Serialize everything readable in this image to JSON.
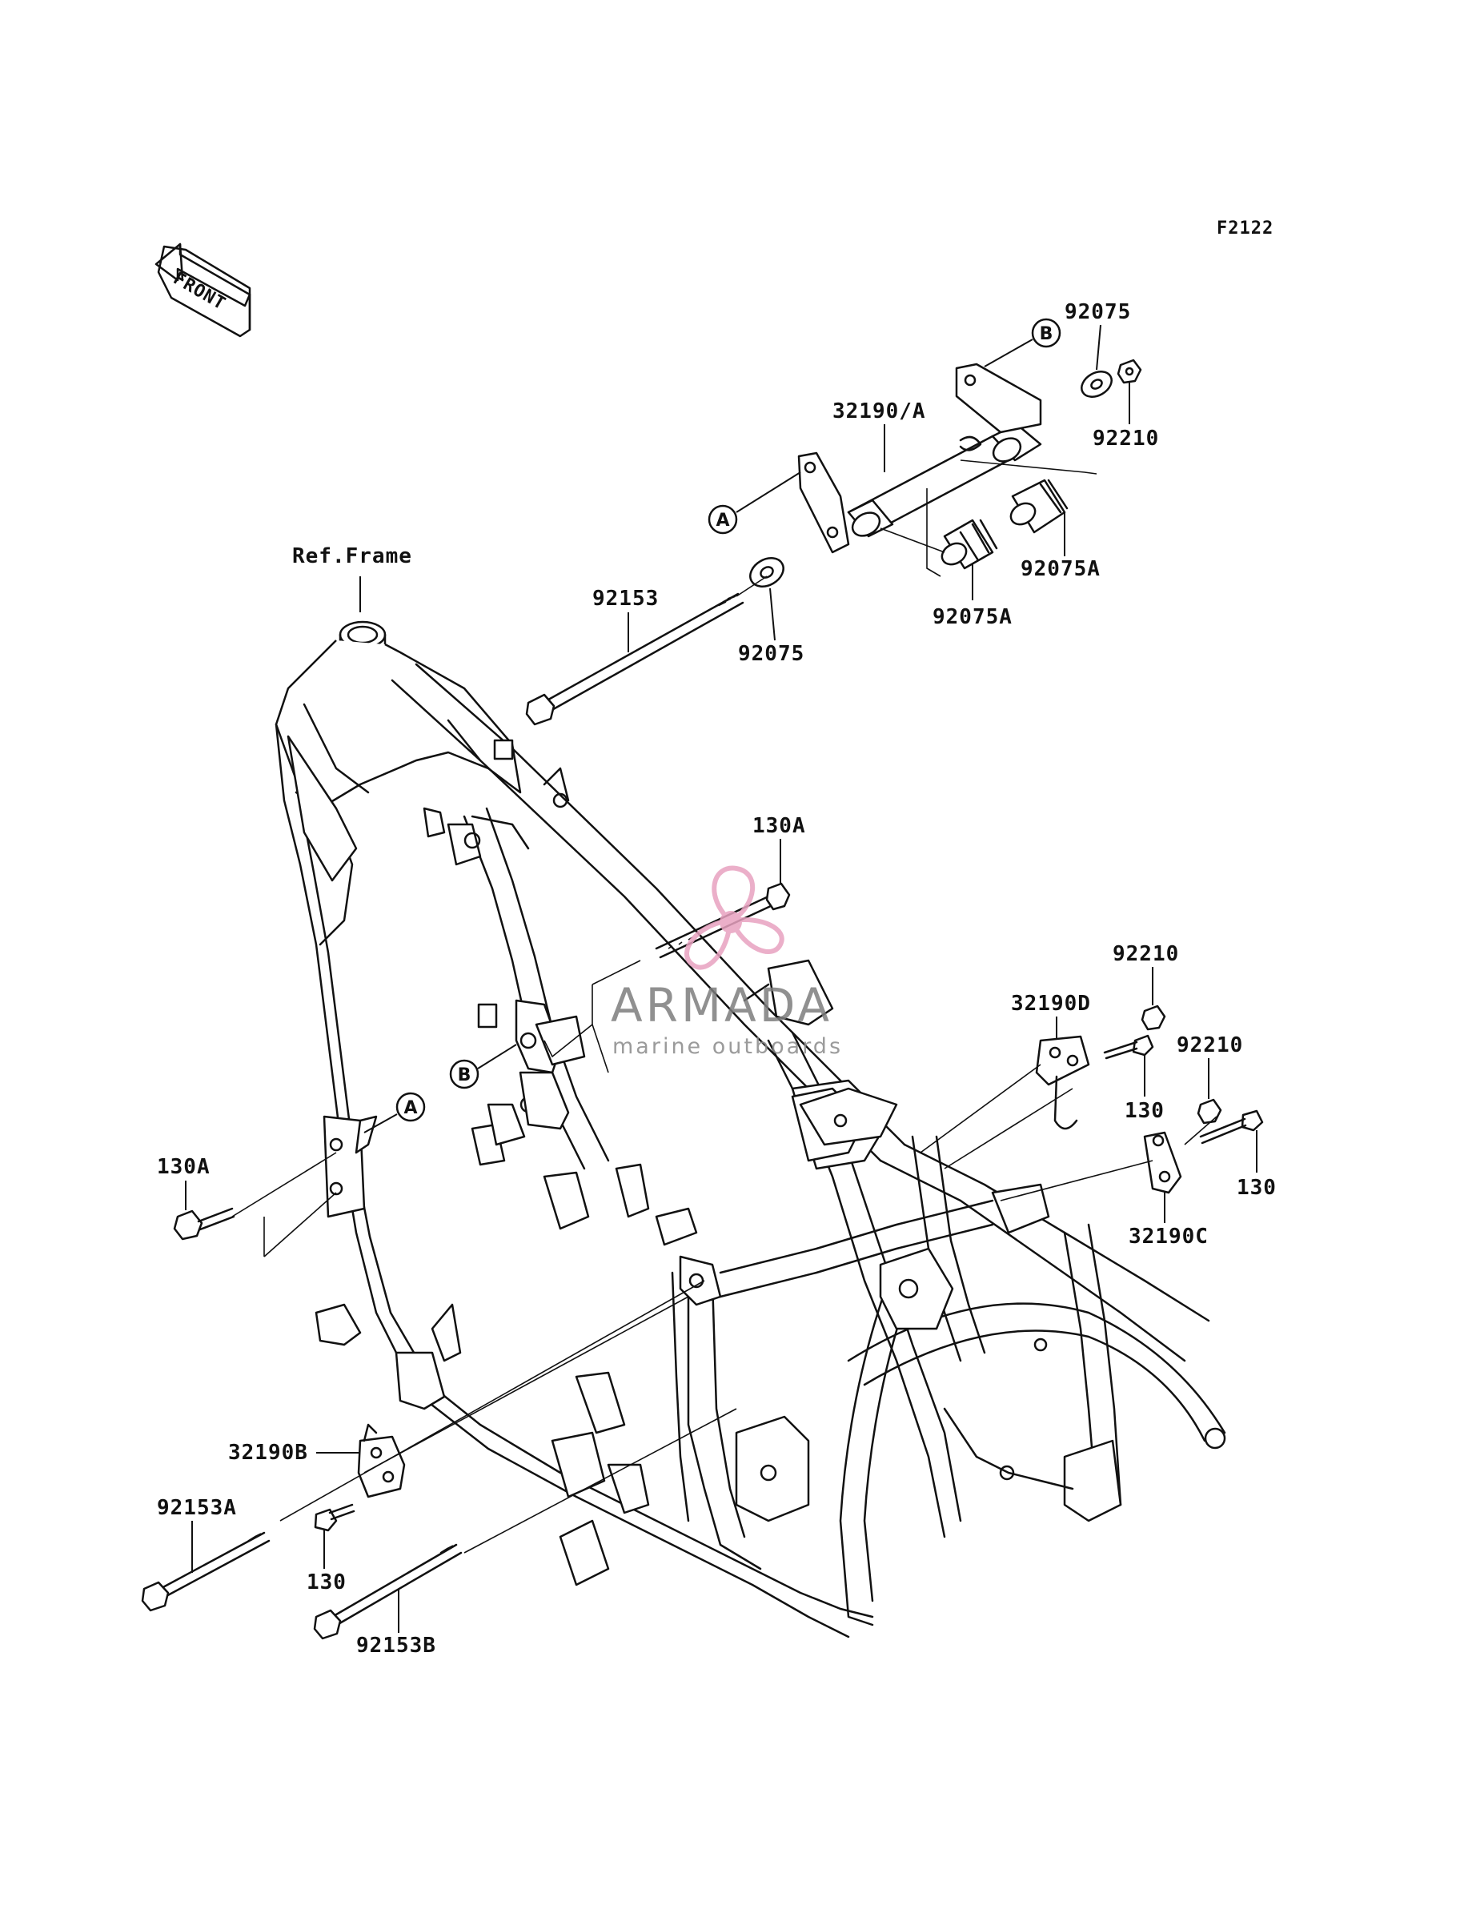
{
  "diagram_code": "F2122",
  "front_label": "FRONT",
  "ref_frame_label": "Ref.Frame",
  "ref_markers": {
    "a": "A",
    "b": "B"
  },
  "parts": {
    "p32190_a": "32190/A",
    "p92075_top": "92075",
    "p92210_top": "92210",
    "p92075a_right": "92075A",
    "p92075a_left": "92075A",
    "p92075_bottom": "92075",
    "p92153": "92153",
    "p130a_top": "130A",
    "p92210_mid": "92210",
    "p32190d": "32190D",
    "p130_mid": "130",
    "p92210_right": "92210",
    "p130_right": "130",
    "p32190c": "32190C",
    "p130a_left": "130A",
    "p32190b": "32190B",
    "p92153a": "92153A",
    "p130_bottom": "130",
    "p92153b": "92153B"
  },
  "watermark": {
    "brand": "ARMADA",
    "tagline": "marine outboards",
    "color_primary": "#e8a2c0",
    "color_text": "#7d7d7d"
  }
}
